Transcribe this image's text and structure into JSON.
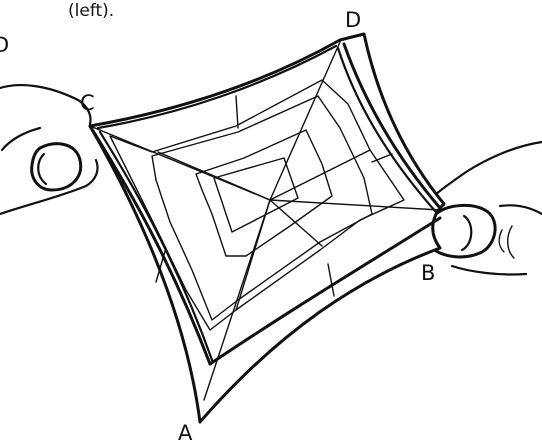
{
  "caption_fragment": "(left).",
  "edge_letter": "D",
  "vertices": {
    "top": "D",
    "left": "C",
    "right": "B",
    "bottom": "A"
  },
  "colors": {
    "ink": "#111111",
    "paper": "#ffffff"
  }
}
